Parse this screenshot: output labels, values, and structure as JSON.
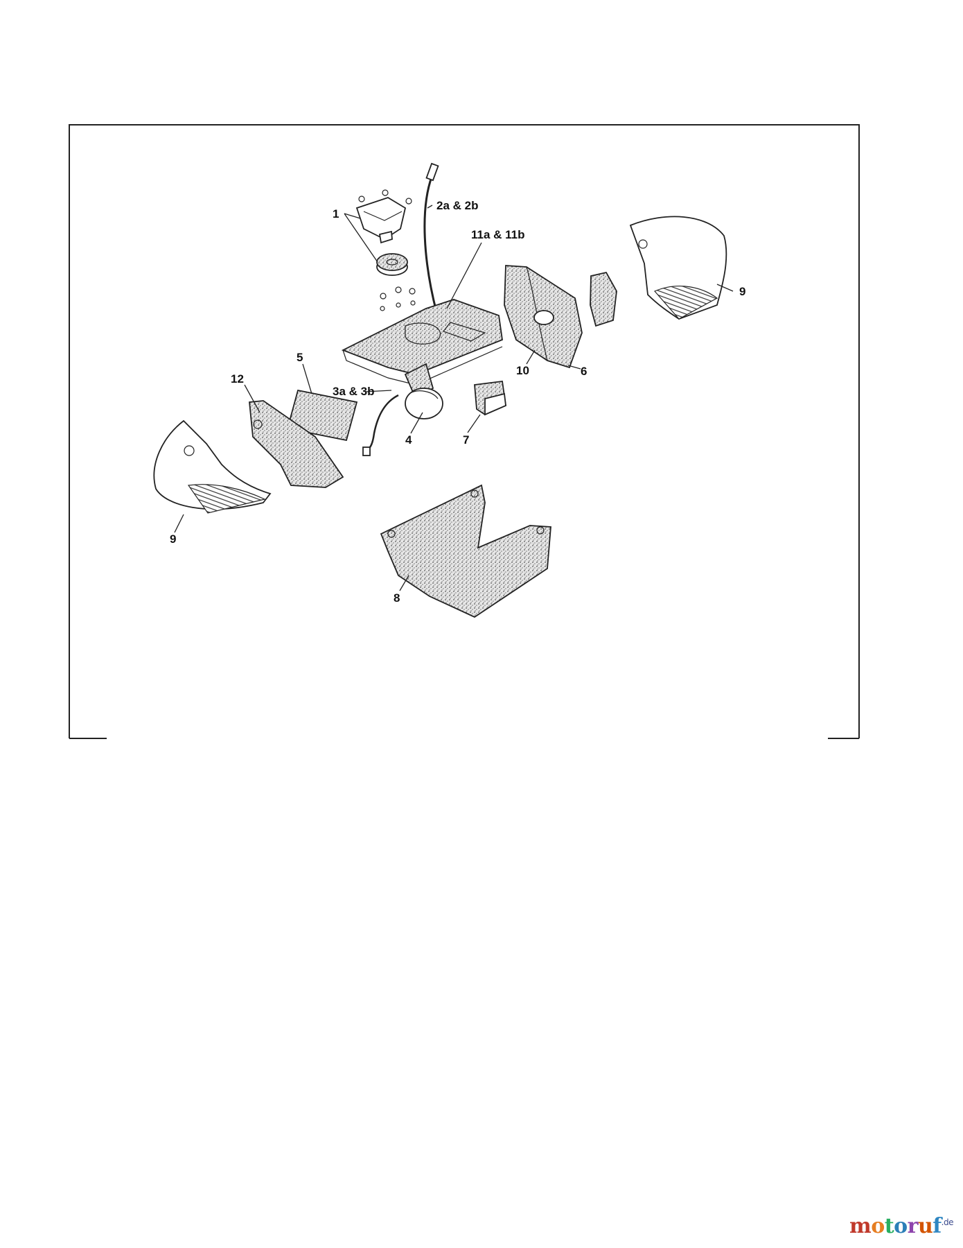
{
  "labels": {
    "1": "1",
    "2": "2a & 2b",
    "3": "3a & 3b",
    "4": "4",
    "5": "5",
    "6": "6",
    "7": "7",
    "8": "8",
    "9a": "9",
    "9b": "9",
    "10": "10",
    "11": "11a & 11b",
    "12": "12"
  },
  "watermark": {
    "letters": [
      "m",
      "o",
      "t",
      "o",
      "r",
      "u",
      "f"
    ],
    "suffix": ".de",
    "colors": [
      "#c0392b",
      "#e67e22",
      "#27ae60",
      "#2c7fb8",
      "#8e44ad",
      "#d35400",
      "#2e86c1"
    ]
  }
}
